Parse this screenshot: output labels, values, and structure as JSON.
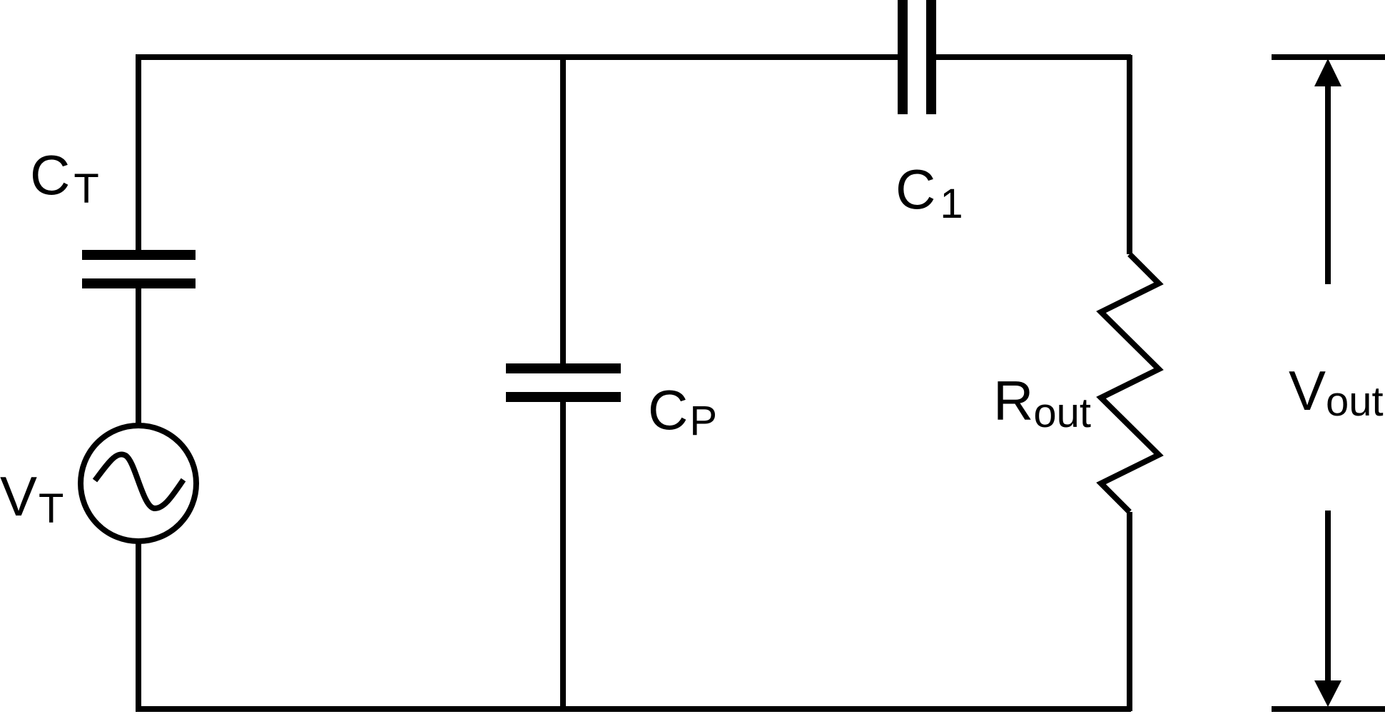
{
  "diagram": {
    "title": "",
    "line_color": "#000000",
    "background": "#ffffff",
    "components": {
      "ct": {
        "type": "capacitor",
        "symbol": "C",
        "subscript": "T"
      },
      "vt": {
        "type": "ac-voltage-source",
        "symbol": "V",
        "subscript": "T"
      },
      "cp": {
        "type": "capacitor",
        "symbol": "C",
        "subscript": "P"
      },
      "c1": {
        "type": "capacitor",
        "symbol": "C",
        "subscript": "1"
      },
      "rout": {
        "type": "resistor",
        "symbol": "R",
        "subscript": "out"
      },
      "vout": {
        "type": "output-voltage-arrow",
        "symbol": "V",
        "subscript": "out"
      }
    }
  }
}
